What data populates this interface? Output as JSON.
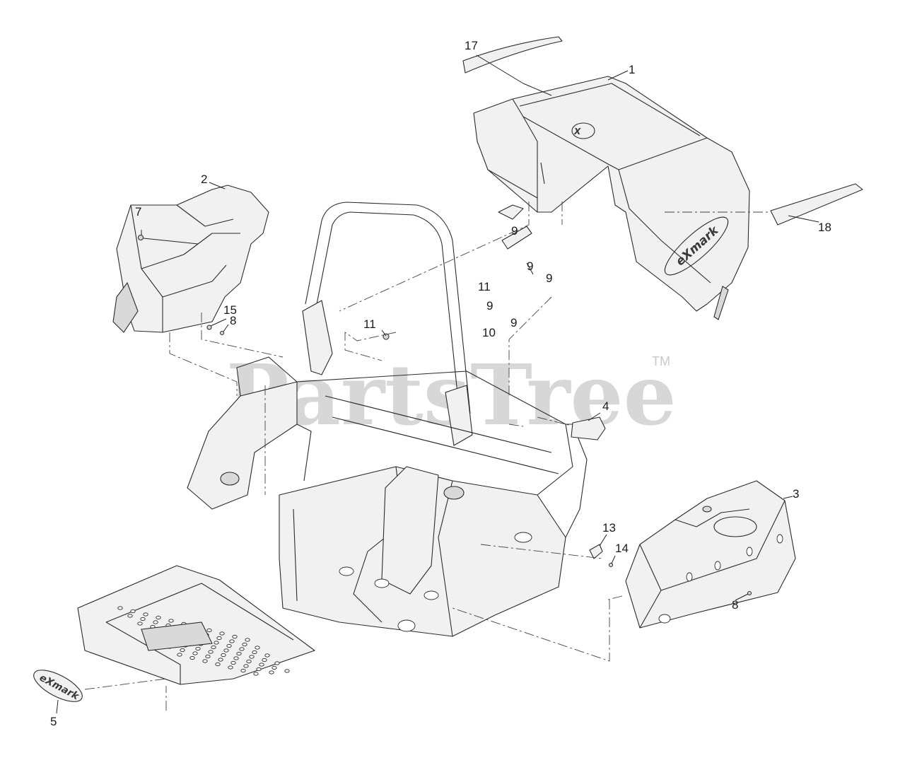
{
  "watermark": {
    "brand": "PartsTree",
    "trademark": "TM"
  },
  "brand_decal": {
    "name": "eXmark"
  },
  "callouts": [
    "17",
    "1",
    "2",
    "7",
    "15",
    "8",
    "11",
    "9",
    "9",
    "11",
    "9",
    "9",
    "10",
    "9",
    "4",
    "3",
    "13",
    "14",
    "8",
    "5",
    "18"
  ]
}
